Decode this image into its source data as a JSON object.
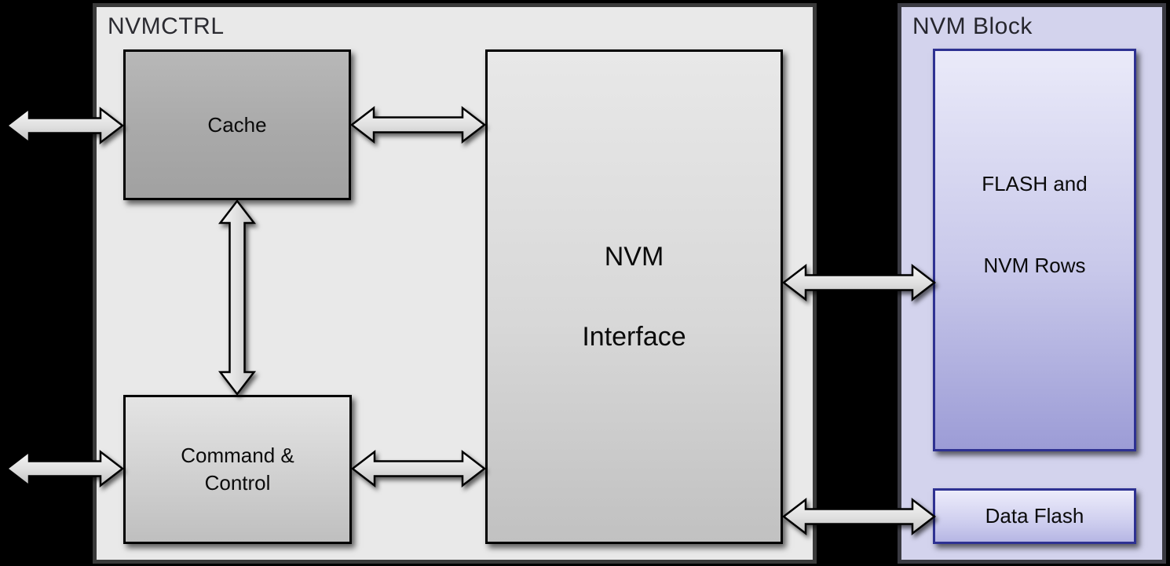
{
  "nvmctrl": {
    "title": "NVMCTRL",
    "cache_label": "Cache",
    "command_control": {
      "line1": "Command &",
      "line2": "Control"
    },
    "nvm_interface": {
      "line1": "NVM",
      "line2": "Interface"
    }
  },
  "nvm_block": {
    "title": "NVM Block",
    "flash": {
      "line1": "FLASH and",
      "line2": "NVM Rows"
    },
    "data_flash_label": "Data Flash"
  },
  "connectors": [
    {
      "name": "external-cache-arrow",
      "type": "bidirectional-horizontal",
      "from": "off-canvas-left",
      "to": "Cache"
    },
    {
      "name": "external-command-control-arrow",
      "type": "bidirectional-horizontal",
      "from": "off-canvas-left",
      "to": "Command & Control"
    },
    {
      "name": "cache-nvm-interface-arrow",
      "type": "bidirectional-horizontal",
      "from": "Cache",
      "to": "NVM Interface"
    },
    {
      "name": "command-control-nvm-interface-arrow",
      "type": "bidirectional-horizontal",
      "from": "Command & Control",
      "to": "NVM Interface"
    },
    {
      "name": "cache-command-control-arrow",
      "type": "bidirectional-vertical",
      "from": "Cache",
      "to": "Command & Control"
    },
    {
      "name": "nvm-interface-flash-arrow",
      "type": "bidirectional-horizontal",
      "from": "NVM Interface",
      "to": "FLASH and NVM Rows"
    },
    {
      "name": "nvm-interface-data-flash-arrow",
      "type": "bidirectional-horizontal",
      "from": "NVM Interface",
      "to": "Data Flash"
    }
  ],
  "colors": {
    "canvas_background": "#000000",
    "nvmctrl_fill": "#e9e9e9",
    "nvmctrl_border": "#3a3a3a",
    "nvm_block_fill": "#d3d3ed",
    "cache_fill": "#ababab",
    "box_gradient_light": "#e8e8e8",
    "box_gradient_dark": "#c1c1c1",
    "flash_gradient_top": "#eaeaf9",
    "flash_gradient_bottom": "#9c9cd6",
    "purple_box_border": "#2e3192",
    "arrow_fill_light": "#f5f5f5",
    "arrow_fill_dark": "#c2c2c2",
    "label_text": "#2b2b31"
  }
}
